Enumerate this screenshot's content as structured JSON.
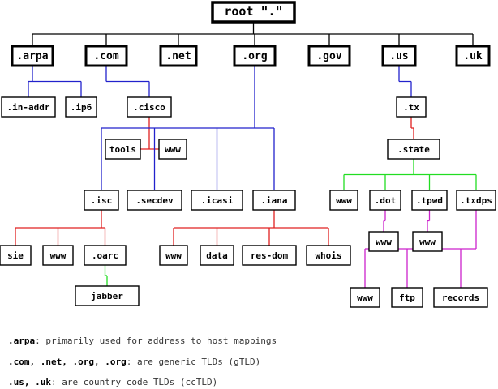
{
  "diagram": {
    "colors": {
      "black": "#000000",
      "blue": "#2222cc",
      "red": "#e02020",
      "green": "#22dd22",
      "magenta": "#cc22cc"
    },
    "nodes": [
      {
        "id": "root",
        "label": "root \".\""
      },
      {
        "id": "arpa",
        "label": ".arpa"
      },
      {
        "id": "com",
        "label": ".com"
      },
      {
        "id": "net",
        "label": ".net"
      },
      {
        "id": "org",
        "label": ".org"
      },
      {
        "id": "gov",
        "label": ".gov"
      },
      {
        "id": "us",
        "label": ".us"
      },
      {
        "id": "uk",
        "label": ".uk"
      },
      {
        "id": "inaddr",
        "label": ".in-addr"
      },
      {
        "id": "ip6",
        "label": ".ip6"
      },
      {
        "id": "cisco",
        "label": ".cisco"
      },
      {
        "id": "tools",
        "label": "tools"
      },
      {
        "id": "www_cisco",
        "label": "www"
      },
      {
        "id": "tx",
        "label": ".tx"
      },
      {
        "id": "state",
        "label": ".state"
      },
      {
        "id": "isc",
        "label": ".isc"
      },
      {
        "id": "secdev",
        "label": ".secdev"
      },
      {
        "id": "icasi",
        "label": ".icasi"
      },
      {
        "id": "iana",
        "label": ".iana"
      },
      {
        "id": "www_state",
        "label": "www"
      },
      {
        "id": "dot",
        "label": ".dot"
      },
      {
        "id": "tpwd",
        "label": ".tpwd"
      },
      {
        "id": "txdps",
        "label": ".txdps"
      },
      {
        "id": "www_dot",
        "label": "www"
      },
      {
        "id": "www_tpwd",
        "label": "www"
      },
      {
        "id": "sie",
        "label": "sie"
      },
      {
        "id": "www_isc",
        "label": "www"
      },
      {
        "id": "oarc",
        "label": ".oarc"
      },
      {
        "id": "www_iana",
        "label": "www"
      },
      {
        "id": "data",
        "label": "data"
      },
      {
        "id": "resdom",
        "label": "res-dom"
      },
      {
        "id": "whois",
        "label": "whois"
      },
      {
        "id": "jabber",
        "label": "jabber"
      },
      {
        "id": "www_txdps",
        "label": "www"
      },
      {
        "id": "ftp",
        "label": "ftp"
      },
      {
        "id": "records",
        "label": "records"
      }
    ],
    "edges": [
      {
        "parent": "root",
        "children": [
          "arpa",
          "com",
          "net",
          "org",
          "gov",
          "us",
          "uk"
        ],
        "color": "black"
      },
      {
        "parent": "arpa",
        "children": [
          "inaddr",
          "ip6"
        ],
        "color": "blue"
      },
      {
        "parent": "com",
        "children": [
          "cisco"
        ],
        "color": "blue"
      },
      {
        "parent": "cisco",
        "children": [
          "tools",
          "www_cisco"
        ],
        "color": "red"
      },
      {
        "parent": "org",
        "children": [
          "isc",
          "secdev",
          "icasi",
          "iana"
        ],
        "color": "blue"
      },
      {
        "parent": "us",
        "children": [
          "tx"
        ],
        "color": "blue"
      },
      {
        "parent": "tx",
        "children": [
          "state"
        ],
        "color": "red"
      },
      {
        "parent": "state",
        "children": [
          "www_state",
          "dot",
          "tpwd",
          "txdps"
        ],
        "color": "green"
      },
      {
        "parent": "dot",
        "children": [
          "www_dot"
        ],
        "color": "magenta"
      },
      {
        "parent": "tpwd",
        "children": [
          "www_tpwd"
        ],
        "color": "magenta"
      },
      {
        "parent": "isc",
        "children": [
          "sie",
          "www_isc",
          "oarc"
        ],
        "color": "red"
      },
      {
        "parent": "iana",
        "children": [
          "www_iana",
          "data",
          "resdom",
          "whois"
        ],
        "color": "red"
      },
      {
        "parent": "oarc",
        "children": [
          "jabber"
        ],
        "color": "green"
      },
      {
        "parent": "txdps",
        "children": [
          "www_txdps",
          "ftp",
          "records"
        ],
        "color": "magenta"
      }
    ]
  },
  "legend": {
    "line1": {
      "bold": ".arpa",
      "text": ": primarily used for address to host mappings"
    },
    "line2": {
      "bold": ".com, .net, .org, .org",
      "text": ": are generic TLDs (gTLD)"
    },
    "line3": {
      "bold": ".us, .uk",
      "text": ": are country code TLDs (ccTLD)"
    }
  }
}
